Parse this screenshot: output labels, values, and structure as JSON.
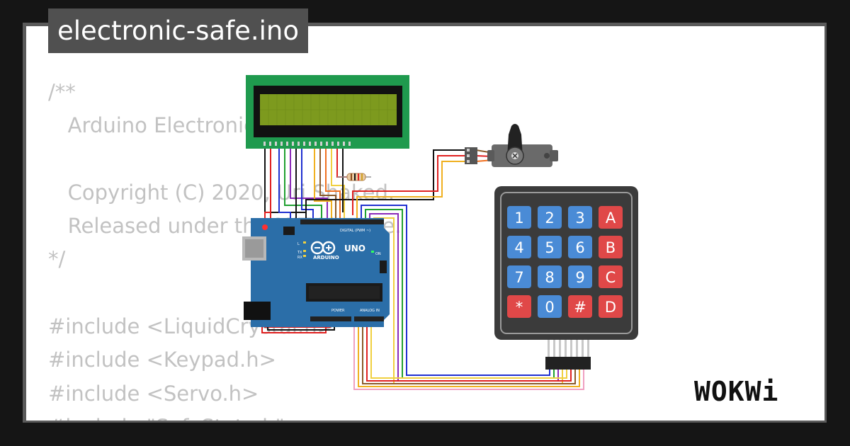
{
  "window": {
    "title": "electronic-safe.ino"
  },
  "code_lines": [
    "/**",
    "   Arduino Electronic Safe",
    "",
    "   Copyright (C) 2020, Uri Shaked.",
    "   Released under the MIT License.",
    "*/",
    "",
    "#include <LiquidCrystal.h>",
    "#include <Keypad.h>",
    "#include <Servo.h>",
    "#include \"SafeState.h\""
  ],
  "arduino": {
    "brand": "ARDUINO",
    "model": "UNO",
    "digital_label": "DIGITAL (PWM ~)",
    "power_label": "POWER",
    "analog_label": "ANALOG IN",
    "on_label": "ON",
    "led_l": "L",
    "led_tx": "TX",
    "led_rx": "RX"
  },
  "keypad": {
    "keys": [
      "1",
      "2",
      "3",
      "A",
      "4",
      "5",
      "6",
      "B",
      "7",
      "8",
      "9",
      "C",
      "*",
      "0",
      "#",
      "D"
    ],
    "colors": {
      "digit": "#4a8bd6",
      "letter": "#e04848",
      "body": "#3b3b3b"
    }
  },
  "logo": {
    "text": "WOKWi"
  },
  "colors": {
    "lcd_board": "#1f9a4e",
    "lcd_screen": "#7d9a1e",
    "arduino_board": "#2b6ea8",
    "code_text": "#c2c2c2",
    "title_bg": "#505050"
  }
}
